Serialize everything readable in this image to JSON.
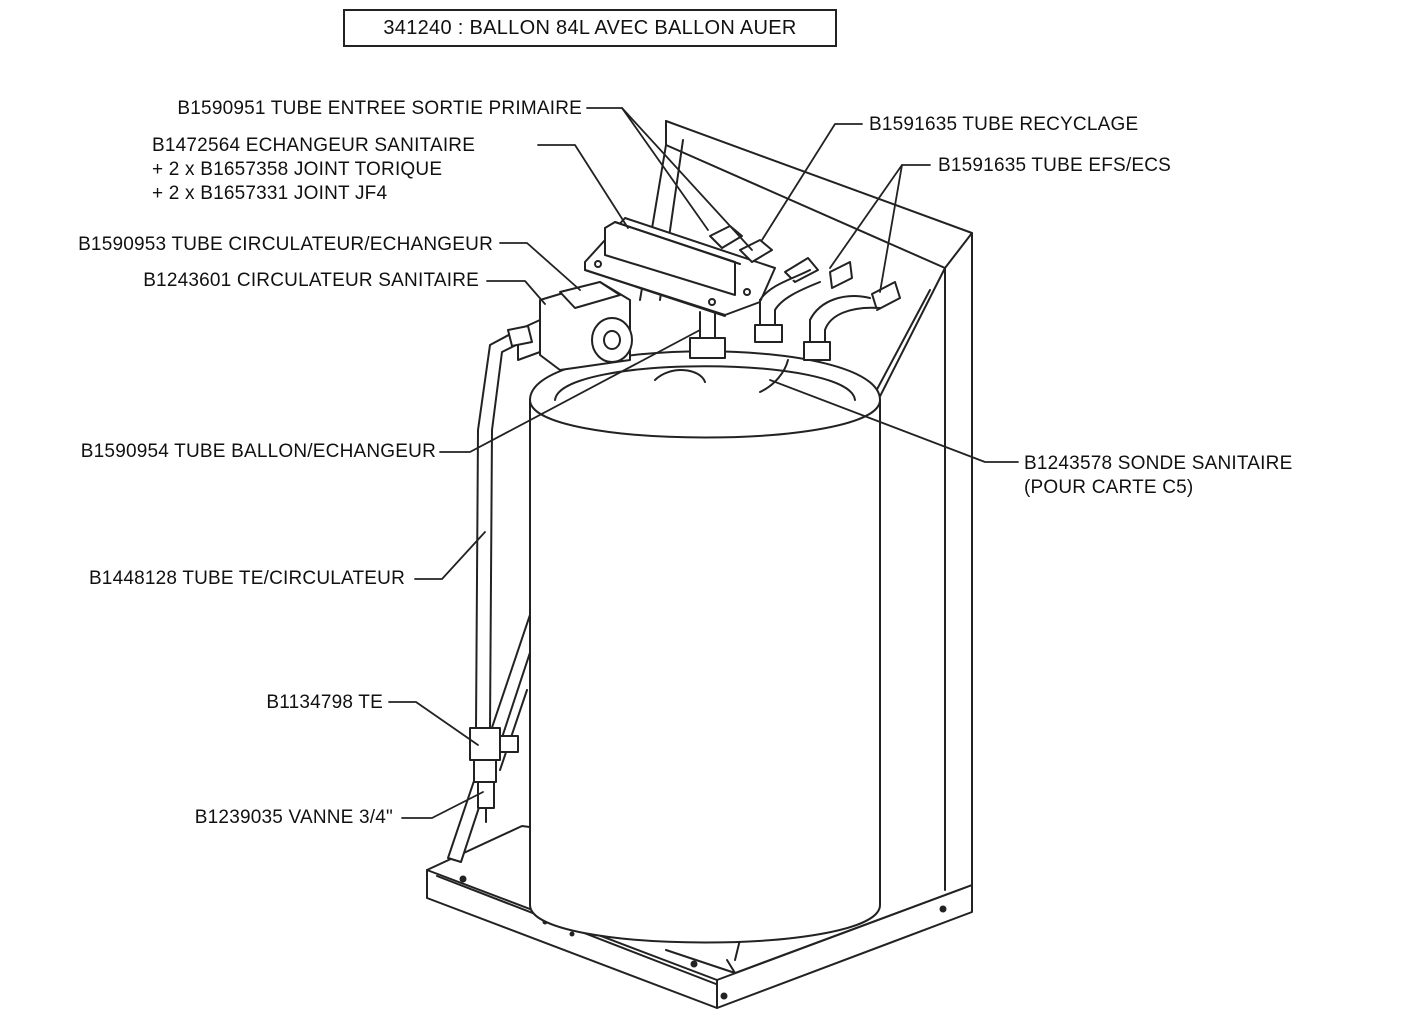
{
  "title": "341240 : BALLON 84L AVEC BALLON AUER",
  "callouts": {
    "tube_entree_sortie_primaire": "B1590951 TUBE ENTREE SORTIE PRIMAIRE",
    "echangeur_sanitaire": "B1472564 ECHANGEUR SANITAIRE",
    "joint_torique": "+ 2 x B1657358 JOINT TORIQUE",
    "joint_jf4": "+ 2 x B1657331 JOINT JF4",
    "tube_circulateur_echangeur": "B1590953 TUBE CIRCULATEUR/ECHANGEUR",
    "circulateur_sanitaire": "B1243601 CIRCULATEUR SANITAIRE",
    "tube_ballon_echangeur": "B1590954 TUBE BALLON/ECHANGEUR",
    "tube_te_circulateur": "B1448128 TUBE TE/CIRCULATEUR",
    "te": "B1134798 TE",
    "vanne": "B1239035 VANNE 3/4\"",
    "tube_recyclage": "B1591635 TUBE RECYCLAGE",
    "tube_efs_ecs": "B1591635 TUBE EFS/ECS",
    "sonde_sanitaire": "B1243578 SONDE SANITAIRE",
    "sonde_note": "(POUR CARTE C5)"
  }
}
